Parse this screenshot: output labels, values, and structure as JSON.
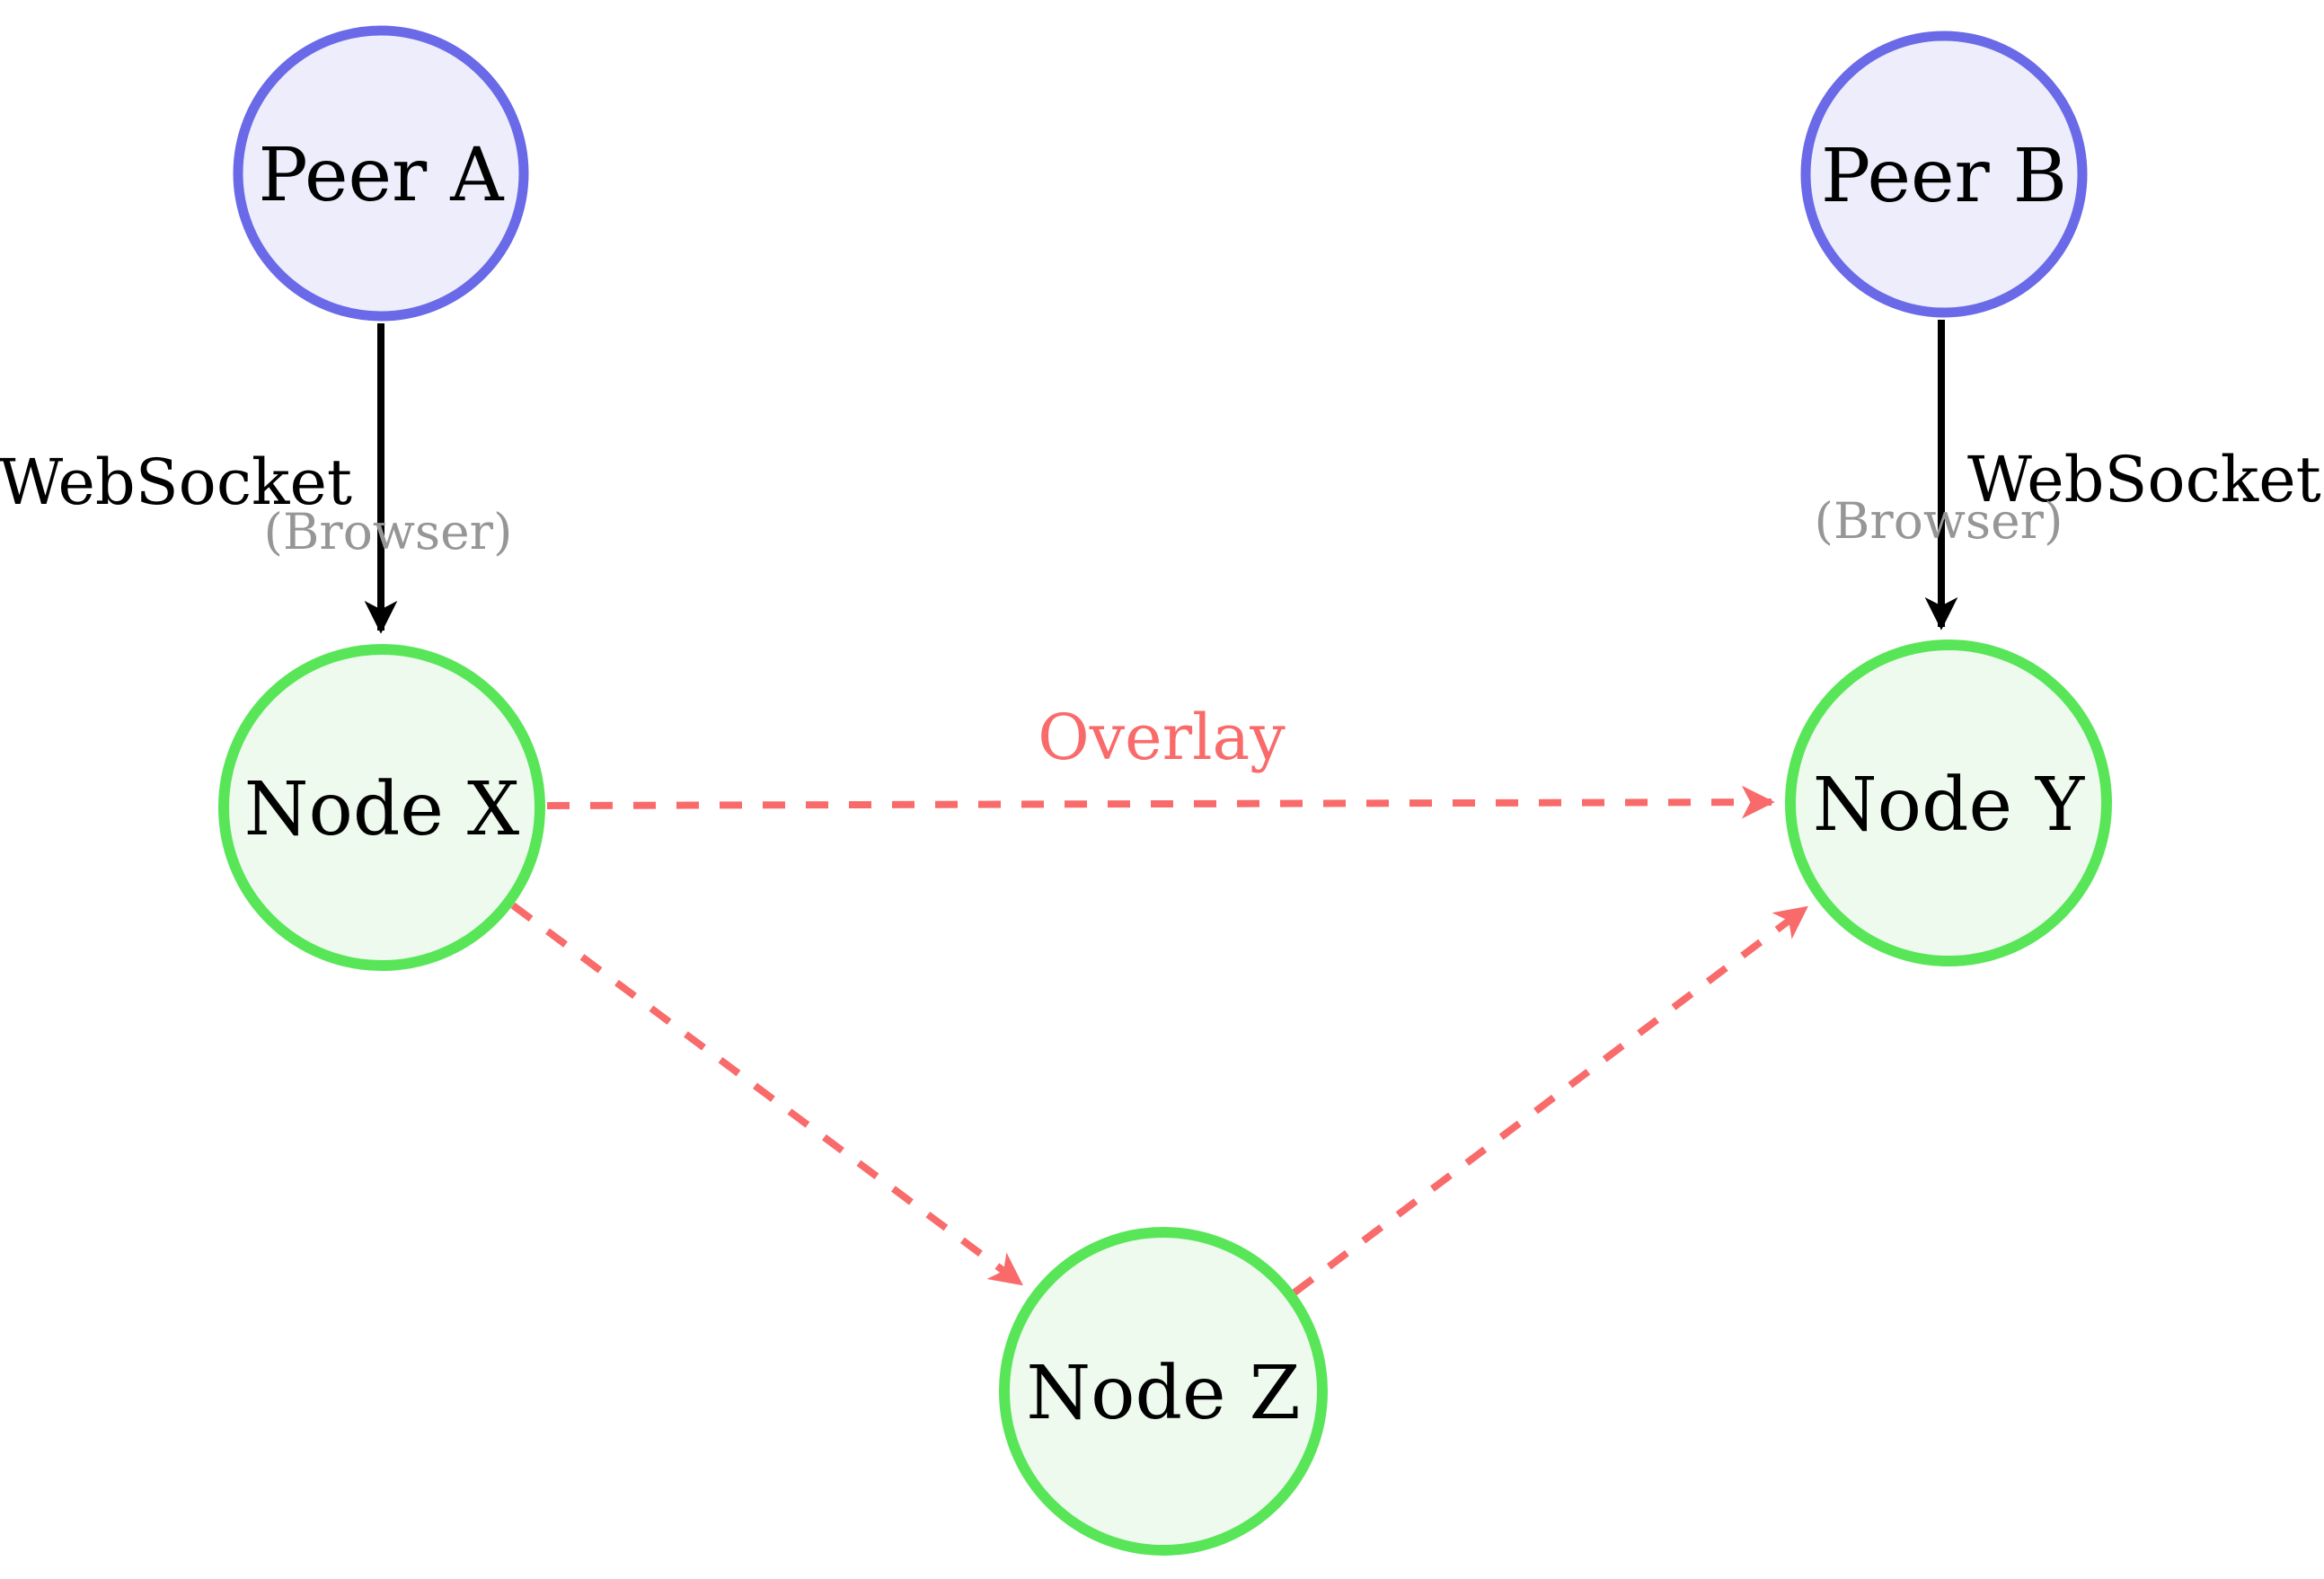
{
  "nodes": {
    "peer_a": {
      "label": "Peer A",
      "type": "peer"
    },
    "peer_b": {
      "label": "Peer B",
      "type": "peer"
    },
    "node_x": {
      "label": "Node X",
      "type": "overlay-node"
    },
    "node_y": {
      "label": "Node Y",
      "type": "overlay-node"
    },
    "node_z": {
      "label": "Node Z",
      "type": "overlay-node"
    }
  },
  "edges": {
    "peer_a_to_node_x": {
      "label": "WebSocket",
      "sublabel": "(Browser)",
      "style": "solid-black-arrow"
    },
    "peer_b_to_node_y": {
      "label": "WebSocket",
      "sublabel": "(Browser)",
      "style": "solid-black-arrow"
    },
    "node_x_to_node_y": {
      "label": "Overlay",
      "style": "dashed-red-arrow"
    },
    "node_x_to_node_z": {
      "style": "dashed-red-arrow"
    },
    "node_z_to_node_y": {
      "style": "dashed-red-arrow"
    }
  },
  "colors": {
    "peer_border": "#6a6ae8",
    "peer_fill": "#ededfb",
    "node_border": "#58e658",
    "node_fill": "#eefaee",
    "overlay_red": "#f96b6b",
    "edge_black": "#000000",
    "text_black": "#000000",
    "text_gray": "#969696"
  }
}
